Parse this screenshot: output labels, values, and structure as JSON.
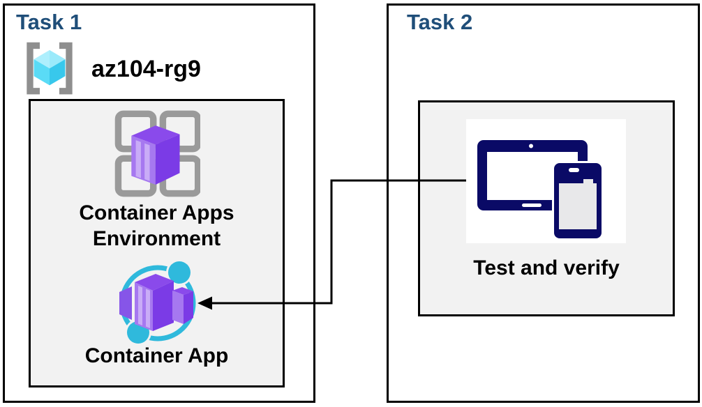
{
  "task1": {
    "title": "Task 1",
    "resource_group_name": "az104-rg9",
    "environment_label_lines": [
      "Container Apps",
      "Environment"
    ],
    "container_app_label": "Container App"
  },
  "task2": {
    "title": "Task 2",
    "test_label": "Test and verify"
  },
  "icons": {
    "resource_group": "azure-resource-group-icon",
    "environment": "container-apps-environment-icon",
    "container_app": "container-app-icon",
    "devices": "tablet-and-phone-icon",
    "connector": "elbow-arrow-left"
  },
  "colors": {
    "task_title": "#1F4E79",
    "label_text": "#000000",
    "box_border": "#000000",
    "inner_box_fill": "#F2F2F2",
    "icon_purple_dark": "#7B3BE6",
    "icon_purple_top": "#8A4AEB",
    "icon_purple_light": "#A678F0",
    "icon_purple_stripe": "#C9ACF7",
    "icon_cyan_ring": "#2FB9DC",
    "cube_cyan_top": "#AEEFFD",
    "cube_cyan_left": "#5ADBF6",
    "cube_cyan_right": "#38C8EC",
    "bracket_gray": "#8F8F8F",
    "grid_gray": "#9A9A9A",
    "device_navy": "#0A0A66",
    "phone_screen": "#E8E8EA",
    "connector": "#000000"
  }
}
